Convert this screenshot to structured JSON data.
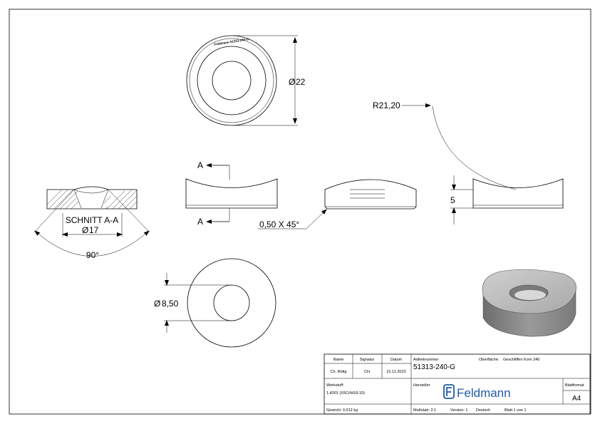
{
  "dimensions": {
    "diameter_22": "22",
    "radius": "R21,20",
    "height": "5",
    "chamfer": "0,50 X 45°",
    "section_label": "SCHNITT A-A",
    "diameter_17": "17",
    "angle": "90°",
    "diameter_8_50": "8,50",
    "section_marker": "A",
    "diameter_symbol": "Ø"
  },
  "engraving": "Feldmann 51313-240-G",
  "title_block": {
    "name_header": "Name",
    "signatur_header": "Signatur",
    "datum_header": "Datum",
    "name_value": "Ch. Rötig",
    "signatur_value": "CH",
    "datum_value": "21.11.2023",
    "artikel_label": "Artikelnummer",
    "artikel_value": "51313-240-G",
    "oberflaeche_label": "Oberfläche:",
    "oberflaeche_value": "Geschliffen Korn 240",
    "werkstoff_label": "Werkstoff:",
    "werkstoff_value": "1.4301 (X5CrNi18-10)",
    "hersteller_label": "Hersteller",
    "brand_name": "Feldmann",
    "blattformat_label": "Blattformat",
    "blattformat_value": "A4",
    "gewicht": "Gewicht: 0,012 kg",
    "massstab": "Maßstab: 2:1",
    "version": "Version: 1",
    "sprache": "Deutsch",
    "blatt": "Blatt 1 von 1"
  },
  "colors": {
    "line": "#000000",
    "render_top": "#bdbdbd",
    "render_side": "#8a8a8a",
    "brand": "#1f5aa6"
  },
  "icons": [
    "feldmann-logo-icon",
    "arrow-icon"
  ]
}
